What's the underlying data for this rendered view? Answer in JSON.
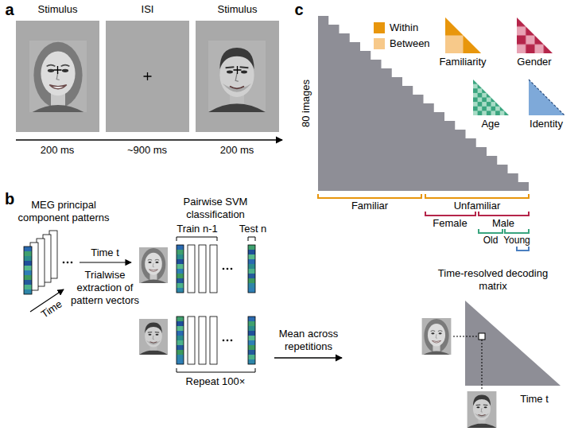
{
  "diagram": {
    "nodes": [
      {
        "text": [
          "Stimulus"
        ]
      },
      {
        "text": [
          "ISI"
        ]
      },
      {
        "text": [
          "Stimulus"
        ]
      }
    ],
    "labels": [
      "a",
      "200 ms",
      "~900 ms",
      "200 ms",
      "b",
      "MEG principal component patterns",
      "Time",
      "Time t",
      "Trialwise extraction of pattern vectors",
      "Pairwise SVM classification",
      "Train n-1",
      "Test n",
      "Repeat 100×",
      "Mean across repetitions",
      "Time-resolved decoding matrix",
      "Time t",
      "c",
      "80 images",
      "Familiarity",
      "Gender",
      "Age",
      "Identity",
      "Familiar",
      "Unfamiliar",
      "Female",
      "Male",
      "Old",
      "Young"
    ],
    "legend": [
      {
        "text": "Within",
        "color": "#e8960c"
      },
      {
        "text": "Between",
        "color": "#f7c98a"
      }
    ]
  }
}
